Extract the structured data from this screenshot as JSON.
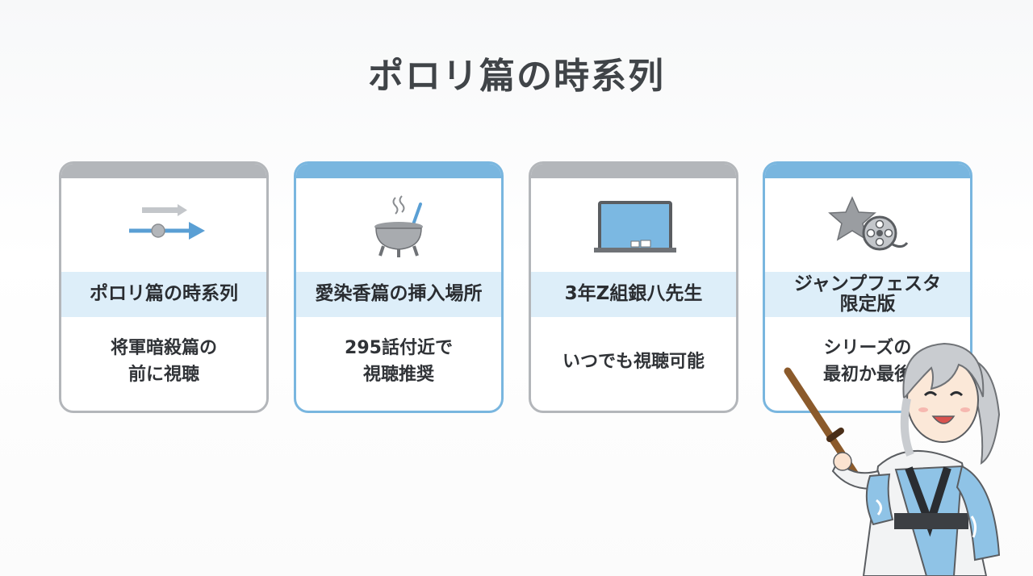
{
  "title": "ポロリ篇の時系列",
  "cards": [
    {
      "heading": "ポロリ篇の時系列",
      "body": "将軍暗殺篇の\n前に視聴",
      "icon": "timeline-arrow-icon",
      "accent": "#b3b6ba"
    },
    {
      "heading": "愛染香篇の挿入場所",
      "body": "295話付近で\n視聴推奨",
      "icon": "incense-pot-icon",
      "accent": "#79b6df"
    },
    {
      "heading": "3年Z組銀八先生",
      "body": "いつでも視聴可能",
      "icon": "blackboard-icon",
      "accent": "#b3b6ba"
    },
    {
      "heading": "ジャンプフェスタ\n限定版",
      "body": "シリーズの\n最初か最後",
      "icon": "star-film-reel-icon",
      "accent": "#79b6df"
    }
  ],
  "colors": {
    "gray_accent": "#b3b6ba",
    "blue_accent": "#79b6df",
    "heading_band": "#ddeef9",
    "title_text": "#404448"
  }
}
